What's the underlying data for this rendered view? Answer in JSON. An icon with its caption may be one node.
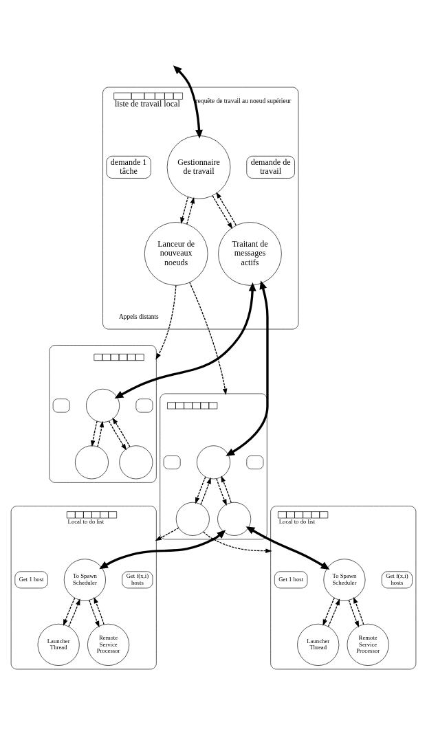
{
  "diagram": {
    "nodes": [
      {
        "text": [],
        "shape": "box"
      },
      {
        "text": [],
        "shape": "bar",
        "in": 0,
        "beside": [
          "liste de travail local"
        ]
      },
      {
        "text": [
          "demande de travail"
        ],
        "in": 0
      },
      {
        "text": [
          "demande 1 tâche"
        ],
        "in": 0
      },
      {
        "text": [
          "Gestionnaire de travail"
        ],
        "in": 0
      },
      {
        "text": [
          "Lanceur de nouveaux noeuds"
        ],
        "in": 0
      },
      {
        "text": [
          "Traitant de messages actifs"
        ],
        "in": 0
      },
      {
        "text": [],
        "shape": "box"
      },
      {
        "text": [],
        "shape": "bar",
        "in": 7
      },
      {
        "text": [],
        "shape": "box",
        "in": 7
      },
      {
        "text": [],
        "shape": "box",
        "in": 7
      },
      {
        "text": [],
        "shape": "circle",
        "in": 7
      },
      {
        "text": [],
        "shape": "circle",
        "in": 7
      },
      {
        "text": [],
        "shape": "circle",
        "in": 7
      },
      {
        "text": [],
        "shape": "box"
      },
      {
        "text": [],
        "shape": "bar",
        "in": 14
      },
      {
        "text": [],
        "shape": "box",
        "in": 14
      },
      {
        "text": [],
        "shape": "box",
        "in": 14
      },
      {
        "text": [],
        "shape": "circle",
        "in": 14
      },
      {
        "text": [],
        "shape": "circle",
        "in": 14
      },
      {
        "text": [],
        "shape": "circle",
        "in": 14
      },
      {
        "text": [],
        "shape": "box"
      },
      {
        "text": [],
        "shape": "bar",
        "in": 21,
        "beside": [
          "Local to do list"
        ]
      },
      {
        "text": [
          "Get f(x,i) hosts"
        ],
        "in": 21
      },
      {
        "text": [
          "Get 1 host"
        ],
        "in": 21
      },
      {
        "text": [
          "To Spawn Scheduler"
        ],
        "in": 21
      },
      {
        "text": [
          "Launcher Thread"
        ],
        "in": 21
      },
      {
        "text": [
          "Remote Service Processor"
        ],
        "in": 21
      },
      {
        "text": [],
        "shape": "box"
      },
      {
        "text": [],
        "shape": "bar",
        "in": 28,
        "beside": [
          "Local to do list"
        ]
      },
      {
        "text": [
          "Get f(x,i) hosts"
        ],
        "in": 28
      },
      {
        "text": [
          "Get 1 host"
        ],
        "in": 28
      },
      {
        "text": [
          "To Spawn Scheduler"
        ],
        "in": 28
      },
      {
        "text": [
          "Launcher Thread"
        ],
        "in": 28
      },
      {
        "text": [
          "Remote Service Processor"
        ],
        "in": 28
      }
    ],
    "edges": [
      {
        "from": null,
        "to": 4,
        "arrow": "both",
        "label": "requête de travail au noeud supérieur",
        "style": "thick"
      },
      {
        "from": 4,
        "to": 5,
        "arrow": "to",
        "style": "dashed"
      },
      {
        "from": 5,
        "to": 4,
        "arrow": "to",
        "style": "dashed"
      },
      {
        "from": 4,
        "to": 6,
        "arrow": "to",
        "style": "dashed"
      },
      {
        "from": 6,
        "to": 4,
        "arrow": "to",
        "style": "dashed"
      },
      {
        "from": 5,
        "to": 7,
        "arrow": "to",
        "style": "dashed"
      },
      {
        "from": 5,
        "to": 14,
        "arrow": "to",
        "style": "dashed"
      },
      {
        "from": 6,
        "to": 11,
        "arrow": "both",
        "style": "thick"
      },
      {
        "from": 6,
        "to": 18,
        "arrow": "both",
        "style": "thick"
      },
      {
        "from": 11,
        "to": 12,
        "arrow": "to",
        "style": "dashed"
      },
      {
        "from": 12,
        "to": 11,
        "arrow": "to",
        "style": "dashed"
      },
      {
        "from": 11,
        "to": 13,
        "arrow": "to",
        "style": "dashed"
      },
      {
        "from": 13,
        "to": 11,
        "arrow": "to",
        "style": "dashed"
      },
      {
        "from": 18,
        "to": 19,
        "arrow": "to",
        "style": "dashed"
      },
      {
        "from": 19,
        "to": 18,
        "arrow": "to",
        "style": "dashed"
      },
      {
        "from": 18,
        "to": 20,
        "arrow": "to",
        "style": "dashed"
      },
      {
        "from": 20,
        "to": 18,
        "arrow": "to",
        "style": "dashed"
      },
      {
        "from": 19,
        "to": 21,
        "arrow": "to",
        "style": "dashed"
      },
      {
        "from": 19,
        "to": 28,
        "arrow": "to",
        "style": "dashed"
      },
      {
        "from": 20,
        "to": 25,
        "arrow": "both",
        "style": "thick"
      },
      {
        "from": 20,
        "to": 32,
        "arrow": "both",
        "style": "thick"
      },
      {
        "from": 25,
        "to": 26,
        "arrow": "to",
        "style": "dashed"
      },
      {
        "from": 26,
        "to": 25,
        "arrow": "to",
        "style": "dashed"
      },
      {
        "from": 25,
        "to": 27,
        "arrow": "to",
        "style": "dashed"
      },
      {
        "from": 27,
        "to": 25,
        "arrow": "to",
        "style": "dashed"
      },
      {
        "from": 32,
        "to": 33,
        "arrow": "to",
        "style": "dashed"
      },
      {
        "from": 33,
        "to": 32,
        "arrow": "to",
        "style": "dashed"
      },
      {
        "from": 32,
        "to": 34,
        "arrow": "to",
        "style": "dashed"
      },
      {
        "from": 34,
        "to": 32,
        "arrow": "to",
        "style": "dashed"
      }
    ],
    "labels": [
      "Appels distants"
    ]
  }
}
